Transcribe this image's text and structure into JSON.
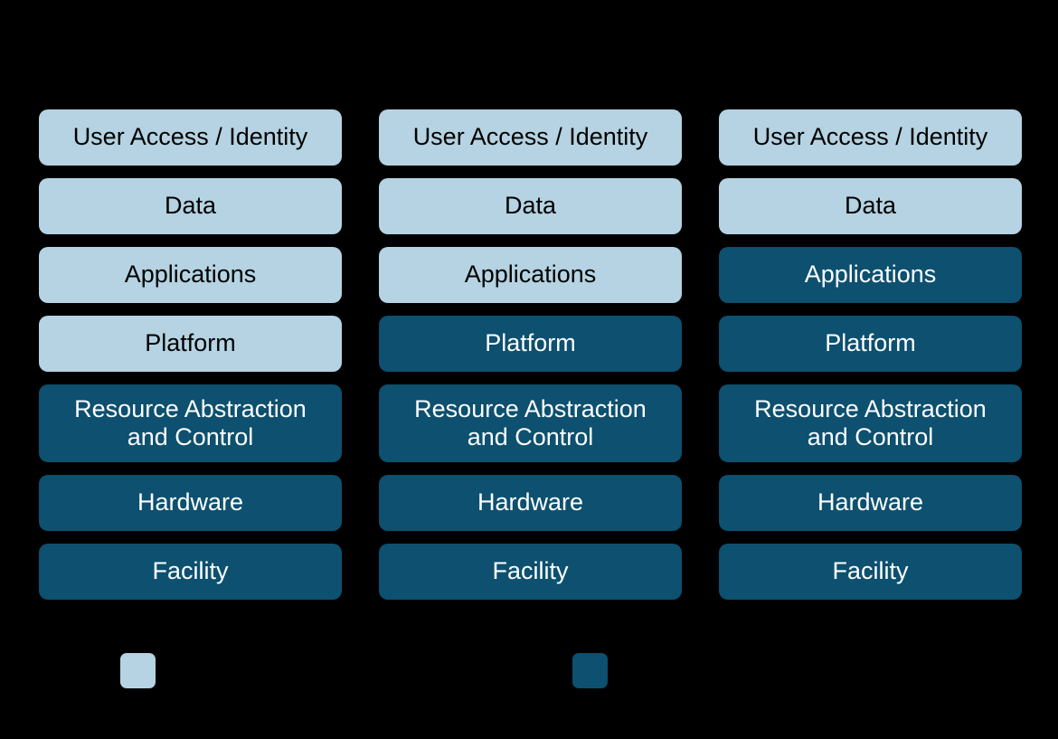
{
  "diagram": {
    "background_color": "#000000",
    "palette": {
      "light_box": "#B5D3E2",
      "dark_box": "#0D506F",
      "light_box_text": "#000000",
      "dark_box_text": "#FFFFFF"
    },
    "columns": [
      {
        "layers": [
          {
            "label": "User Access / Identity",
            "tone": "light"
          },
          {
            "label": "Data",
            "tone": "light"
          },
          {
            "label": "Applications",
            "tone": "light"
          },
          {
            "label": "Platform",
            "tone": "light"
          },
          {
            "label": "Resource Abstraction and Control",
            "tone": "dark"
          },
          {
            "label": "Hardware",
            "tone": "dark"
          },
          {
            "label": "Facility",
            "tone": "dark"
          }
        ]
      },
      {
        "layers": [
          {
            "label": "User Access / Identity",
            "tone": "light"
          },
          {
            "label": "Data",
            "tone": "light"
          },
          {
            "label": "Applications",
            "tone": "light"
          },
          {
            "label": "Platform",
            "tone": "dark"
          },
          {
            "label": "Resource Abstraction and Control",
            "tone": "dark"
          },
          {
            "label": "Hardware",
            "tone": "dark"
          },
          {
            "label": "Facility",
            "tone": "dark"
          }
        ]
      },
      {
        "layers": [
          {
            "label": "User Access / Identity",
            "tone": "light"
          },
          {
            "label": "Data",
            "tone": "light"
          },
          {
            "label": "Applications",
            "tone": "dark"
          },
          {
            "label": "Platform",
            "tone": "dark"
          },
          {
            "label": "Resource Abstraction and Control",
            "tone": "dark"
          },
          {
            "label": "Hardware",
            "tone": "dark"
          },
          {
            "label": "Facility",
            "tone": "dark"
          }
        ]
      }
    ],
    "legend": {
      "items": [
        {
          "tone": "light"
        },
        {
          "tone": "dark"
        }
      ]
    }
  }
}
